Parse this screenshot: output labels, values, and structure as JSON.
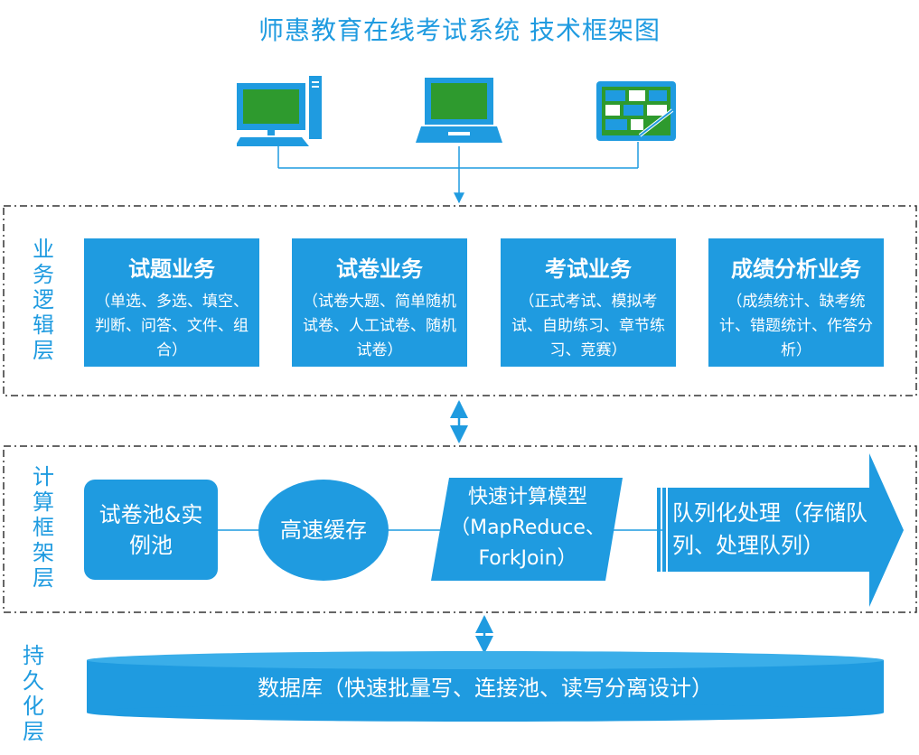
{
  "title": "师惠教育在线考试系统 技术框架图",
  "colors": {
    "accent": "#1f9be0",
    "screen": "#2e9a2e",
    "border": "#333333"
  },
  "devices": [
    "desktop-icon",
    "laptop-icon",
    "tablet-icon"
  ],
  "layers": {
    "business": {
      "label": "业务逻辑层",
      "boxes": [
        {
          "title": "试题业务",
          "desc": "（单选、多选、填空、判断、问答、文件、组合）"
        },
        {
          "title": "试卷业务",
          "desc": "（试卷大题、简单随机试卷、人工试卷、随机试卷）"
        },
        {
          "title": "考试业务",
          "desc": "（正式考试、模拟考试、自助练习、章节练习、竞赛）"
        },
        {
          "title": "成绩分析业务",
          "desc": "（成绩统计、缺考统计、错题统计、作答分析）"
        }
      ]
    },
    "compute": {
      "label": "计算框架层",
      "pool": "试卷池&实例池",
      "cache": "高速缓存",
      "model": "快速计算模型（MapReduce、ForkJoin）",
      "queue": "队列化处理（存储队列、处理队列）"
    },
    "persistence": {
      "label": "持久化层",
      "database": "数据库（快速批量写、连接池、读写分离设计）"
    }
  }
}
